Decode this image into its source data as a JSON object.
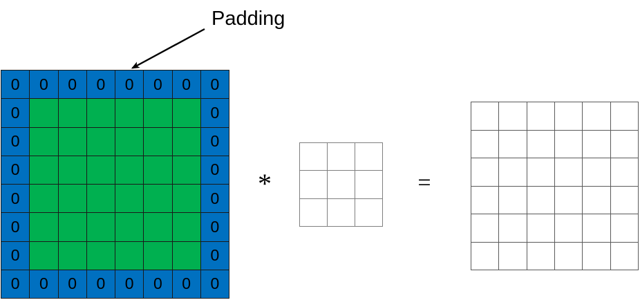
{
  "diagram": {
    "title_text": "Padding",
    "annotation": {
      "label": "Padding",
      "arrow_from": "296,42",
      "arrow_to": "188,100"
    },
    "operators": {
      "convolution": "*",
      "equals": "="
    },
    "input_matrix": {
      "name": "padded-input-feature-map",
      "rows": 8,
      "cols": 8,
      "pad_value": "0",
      "pad_color": "#0070C0",
      "data_color": "#00B050",
      "border_color": "#1A1A1A",
      "cells": [
        [
          "0",
          "0",
          "0",
          "0",
          "0",
          "0",
          "0",
          "0"
        ],
        [
          "0",
          "",
          "",
          "",
          "",
          "",
          "",
          "0"
        ],
        [
          "0",
          "",
          "",
          "",
          "",
          "",
          "",
          "0"
        ],
        [
          "0",
          "",
          "",
          "",
          "",
          "",
          "",
          "0"
        ],
        [
          "0",
          "",
          "",
          "",
          "",
          "",
          "",
          "0"
        ],
        [
          "0",
          "",
          "",
          "",
          "",
          "",
          "",
          "0"
        ],
        [
          "0",
          "",
          "",
          "",
          "",
          "",
          "",
          "0"
        ],
        [
          "0",
          "0",
          "0",
          "0",
          "0",
          "0",
          "0",
          "0"
        ]
      ]
    },
    "kernel_matrix": {
      "name": "convolution-kernel",
      "rows": 3,
      "cols": 3,
      "fill_color": "#FFFFFF",
      "border_color": "#7F7F7F",
      "cells": [
        [
          "",
          "",
          ""
        ],
        [
          "",
          "",
          ""
        ],
        [
          "",
          "",
          ""
        ]
      ]
    },
    "output_matrix": {
      "name": "output-feature-map",
      "rows": 6,
      "cols": 6,
      "fill_color": "#FFFFFF",
      "border_color": "#5A5A5A",
      "cells": [
        [
          "",
          "",
          "",
          "",
          "",
          ""
        ],
        [
          "",
          "",
          "",
          "",
          "",
          ""
        ],
        [
          "",
          "",
          "",
          "",
          "",
          ""
        ],
        [
          "",
          "",
          "",
          "",
          "",
          ""
        ],
        [
          "",
          "",
          "",
          "",
          "",
          ""
        ],
        [
          "",
          "",
          "",
          "",
          "",
          ""
        ]
      ]
    }
  }
}
